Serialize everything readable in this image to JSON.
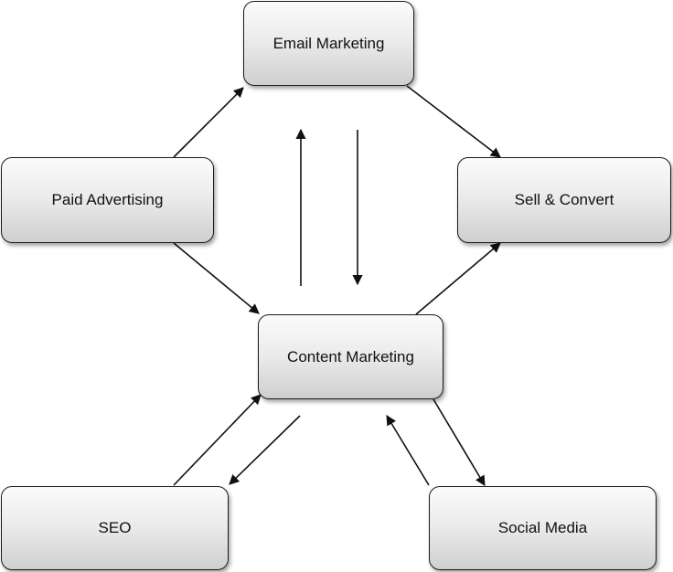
{
  "nodes": {
    "email_marketing": "Email Marketing",
    "paid_advertising": "Paid Advertising",
    "sell_convert": "Sell & Convert",
    "content_marketing": "Content Marketing",
    "seo": "SEO",
    "social_media": "Social Media"
  },
  "edges": [
    {
      "from": "paid_advertising",
      "to": "email_marketing"
    },
    {
      "from": "email_marketing",
      "to": "sell_convert"
    },
    {
      "from": "paid_advertising",
      "to": "content_marketing"
    },
    {
      "from": "content_marketing",
      "to": "email_marketing"
    },
    {
      "from": "email_marketing",
      "to": "content_marketing"
    },
    {
      "from": "content_marketing",
      "to": "sell_convert"
    },
    {
      "from": "seo",
      "to": "content_marketing"
    },
    {
      "from": "content_marketing",
      "to": "seo"
    },
    {
      "from": "social_media",
      "to": "content_marketing"
    },
    {
      "from": "content_marketing",
      "to": "social_media"
    }
  ],
  "colors": {
    "stroke": "#111111",
    "node_top": "#fbfbfb",
    "node_bottom": "#cfcfcf"
  }
}
